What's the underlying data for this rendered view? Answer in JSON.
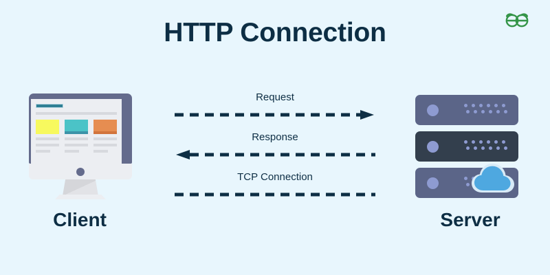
{
  "page": {
    "title": "HTTP Connection",
    "background_color": "#e8f6fd",
    "text_color": "#0d2e44"
  },
  "logo": {
    "name": "geeksforgeeks-logo",
    "color": "#339447"
  },
  "client": {
    "label": "Client",
    "icon": "desktop-monitor-icon",
    "bezel_color": "#646b8c",
    "screen_color": "#eceef2",
    "screen": {
      "header_bar_color": "#2f7f94",
      "line_color": "#d7d9de",
      "cards": [
        {
          "name": "card-yellow",
          "color": "#f7f95e",
          "strip_color": "#f7f95e"
        },
        {
          "name": "card-teal",
          "color": "#4bc3c7",
          "strip_color": "#3c93a8"
        },
        {
          "name": "card-orange",
          "color": "#e68d51",
          "strip_color": "#d2743c"
        }
      ]
    }
  },
  "server": {
    "label": "Server",
    "icon": "server-rack-icon",
    "racks": [
      {
        "name": "server-rack-top",
        "color": "#5b6588"
      },
      {
        "name": "server-rack-middle",
        "color": "#333f4d"
      },
      {
        "name": "server-rack-bottom",
        "color": "#5b6588"
      }
    ],
    "led_color": "#8e9bd1",
    "cloud": {
      "name": "cloud-icon",
      "color": "#4ea8e0",
      "halo_color": "#d8ebf7"
    }
  },
  "flows": [
    {
      "label": "Request",
      "direction": "right",
      "arrowhead": true,
      "line_style": "dashed",
      "color": "#0d2e44"
    },
    {
      "label": "Response",
      "direction": "left",
      "arrowhead": true,
      "line_style": "dashed",
      "color": "#0d2e44"
    },
    {
      "label": "TCP Connection",
      "direction": "none",
      "arrowhead": false,
      "line_style": "dashed",
      "color": "#0d2e44"
    }
  ]
}
